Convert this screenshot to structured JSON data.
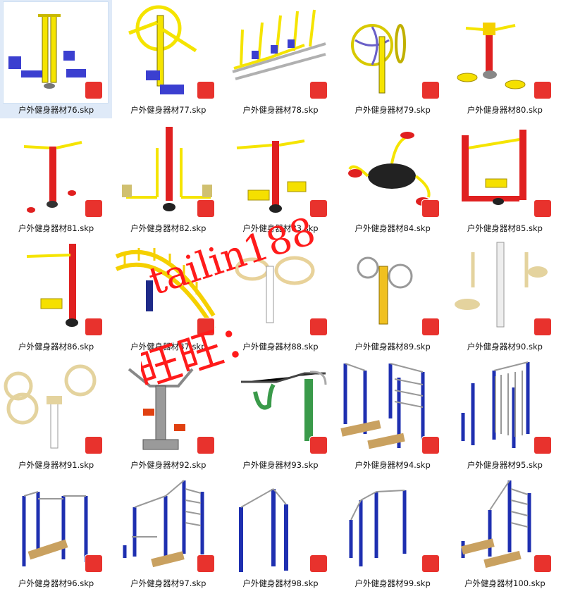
{
  "items": [
    {
      "label": "户外健身器材76.skp",
      "selected": true
    },
    {
      "label": "户外健身器材77.skp"
    },
    {
      "label": "户外健身器材78.skp"
    },
    {
      "label": "户外健身器材79.skp"
    },
    {
      "label": "户外健身器材80.skp"
    },
    {
      "label": "户外健身器材81.skp"
    },
    {
      "label": "户外健身器材82.skp"
    },
    {
      "label": "户外健身器材83.skp"
    },
    {
      "label": "户外健身器材84.skp"
    },
    {
      "label": "户外健身器材85.skp"
    },
    {
      "label": "户外健身器材86.skp"
    },
    {
      "label": "户外健身器材87.skp"
    },
    {
      "label": "户外健身器材88.skp"
    },
    {
      "label": "户外健身器材89.skp"
    },
    {
      "label": "户外健身器材90.skp"
    },
    {
      "label": "户外健身器材91.skp"
    },
    {
      "label": "户外健身器材92.skp"
    },
    {
      "label": "户外健身器材93.skp"
    },
    {
      "label": "户外健身器材94.skp"
    },
    {
      "label": "户外健身器材95.skp"
    },
    {
      "label": "户外健身器材96.skp"
    },
    {
      "label": "户外健身器材97.skp"
    },
    {
      "label": "户外健身器材98.skp"
    },
    {
      "label": "户外健身器材99.skp"
    },
    {
      "label": "户外健身器材100.skp"
    }
  ],
  "watermark": {
    "line1": "tailin188",
    "line2": "旺旺："
  },
  "colors": {
    "selection": "#dfeaf8",
    "sketchup_icon": "#e8322d",
    "watermark": "#ff1b1b"
  },
  "icons": {
    "file_type": "sketchup-file-icon"
  }
}
